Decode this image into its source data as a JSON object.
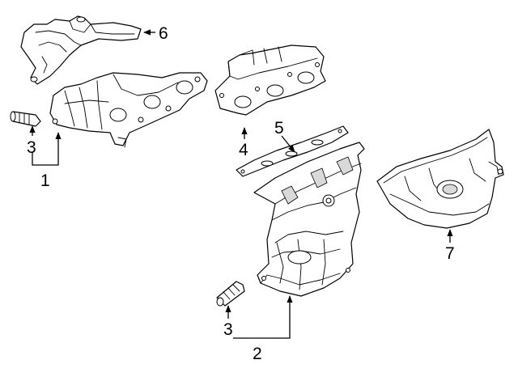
{
  "callouts": {
    "one": "1",
    "two": "2",
    "three_a": "3",
    "three_b": "3",
    "four": "4",
    "five": "5",
    "six": "6",
    "seven": "7"
  }
}
